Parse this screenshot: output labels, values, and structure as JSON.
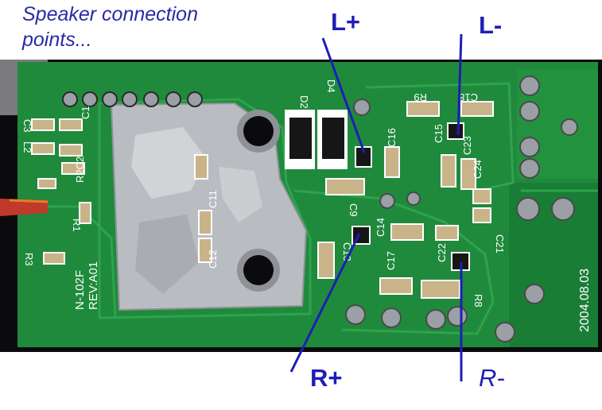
{
  "caption": {
    "line1": "Speaker connection",
    "line2": "points..."
  },
  "labels": {
    "l_plus": "L+",
    "l_minus": "L-",
    "r_plus": "R+",
    "r_minus": "R-"
  },
  "board_silkscreen": {
    "components": [
      "D2",
      "D4",
      "R9",
      "C18",
      "C16",
      "C15",
      "C23",
      "C24",
      "C21",
      "C9",
      "C14",
      "C13",
      "C17",
      "C22",
      "R8",
      "C3",
      "C1",
      "L2",
      "C2",
      "R2",
      "R1",
      "R3",
      "C11",
      "C12"
    ],
    "part_code": "N-102F",
    "revision": "REV:A01",
    "date_code": "2004.08.03"
  },
  "colors": {
    "label_blue": "#1e1eb8",
    "caption_blue": "#2a2aa8",
    "pcb_green": "#1f8a3c",
    "silkscreen": "#ffffff",
    "solder": "#b9bdc2"
  }
}
